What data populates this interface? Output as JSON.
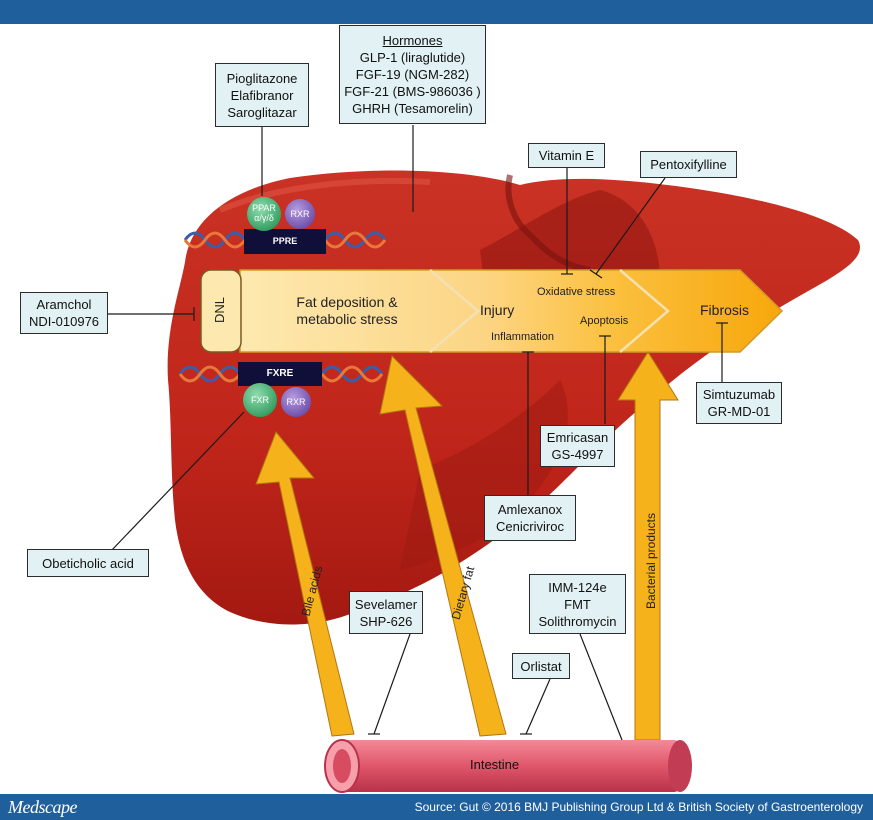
{
  "footer": {
    "brand": "Medscape",
    "source": "Source: Gut © 2016 BMJ Publishing Group Ltd & British Society of Gastroenterology"
  },
  "boxes": {
    "hormones": {
      "title": "Hormones",
      "lines": [
        "GLP-1 (liraglutide)",
        "FGF-19 (NGM-282)",
        "FGF-21 (BMS-986036 )",
        "GHRH (Tesamorelin)"
      ]
    },
    "ppar_drugs": [
      "Pioglitazone",
      "Elafibranor",
      "Saroglitazar"
    ],
    "vitamin_e": "Vitamin E",
    "pentoxifylline": "Pentoxifylline",
    "aramchol": [
      "Aramchol",
      "NDI-010976"
    ],
    "simtuzumab": [
      "Simtuzumab",
      "GR-MD-01"
    ],
    "emricasan": [
      "Emricasan",
      "GS-4997"
    ],
    "amlexanox": [
      "Amlexanox",
      "Cenicriviroc"
    ],
    "obeticholic": "Obeticholic acid",
    "sevelamer": [
      "Sevelamer",
      "SHP-626"
    ],
    "imm": [
      "IMM-124e",
      "FMT",
      "Solithromycin"
    ],
    "orlistat": "Orlistat"
  },
  "pathway": {
    "dnl": "DNL",
    "fat_line1": "Fat deposition &",
    "fat_line2": "metabolic stress",
    "injury": "Injury",
    "oxidative": "Oxidative stress",
    "apoptosis": "Apoptosis",
    "inflammation": "Inflammation",
    "fibrosis": "Fibrosis"
  },
  "receptors": {
    "ppar": "PPAR",
    "ppar_sub": "α/γ/δ",
    "rxr_top": "RXR",
    "ppre": "PPRE",
    "fxre": "FXRE",
    "fxr": "FXR",
    "rxr_bottom": "RXR"
  },
  "arrows": {
    "bile": "Bile acids",
    "dietary": "Dietary fat",
    "bacterial": "Bacterial products"
  },
  "intestine": "Intestine",
  "colors": {
    "liver": "#c8261b",
    "liver_dark": "#8e1510",
    "arrow": "#f6b21b",
    "box_fill": "#e2f1f4",
    "bar": "#1f5f9b",
    "intestine": "#e0566a"
  }
}
